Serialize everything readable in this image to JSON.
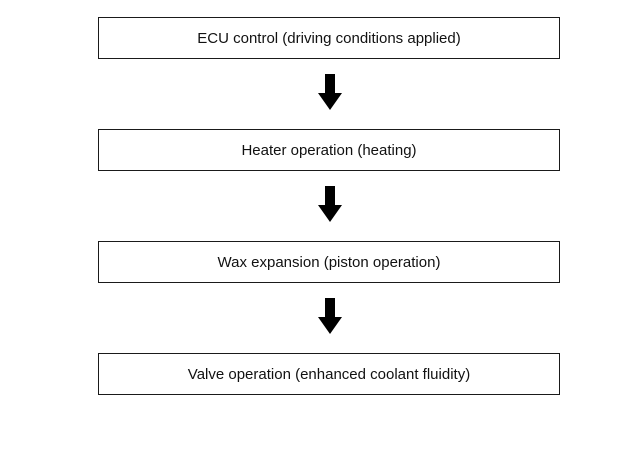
{
  "flowchart": {
    "steps": [
      {
        "label": "ECU control (driving conditions applied)"
      },
      {
        "label": "Heater operation (heating)"
      },
      {
        "label": "Wax expansion (piston operation)"
      },
      {
        "label": "Valve operation (enhanced coolant fluidity)"
      }
    ],
    "arrow_icon": "down-arrow-icon",
    "colors": {
      "border": "#1a1a1a",
      "arrow": "#000000",
      "text": "#111111",
      "background": "#ffffff"
    }
  }
}
